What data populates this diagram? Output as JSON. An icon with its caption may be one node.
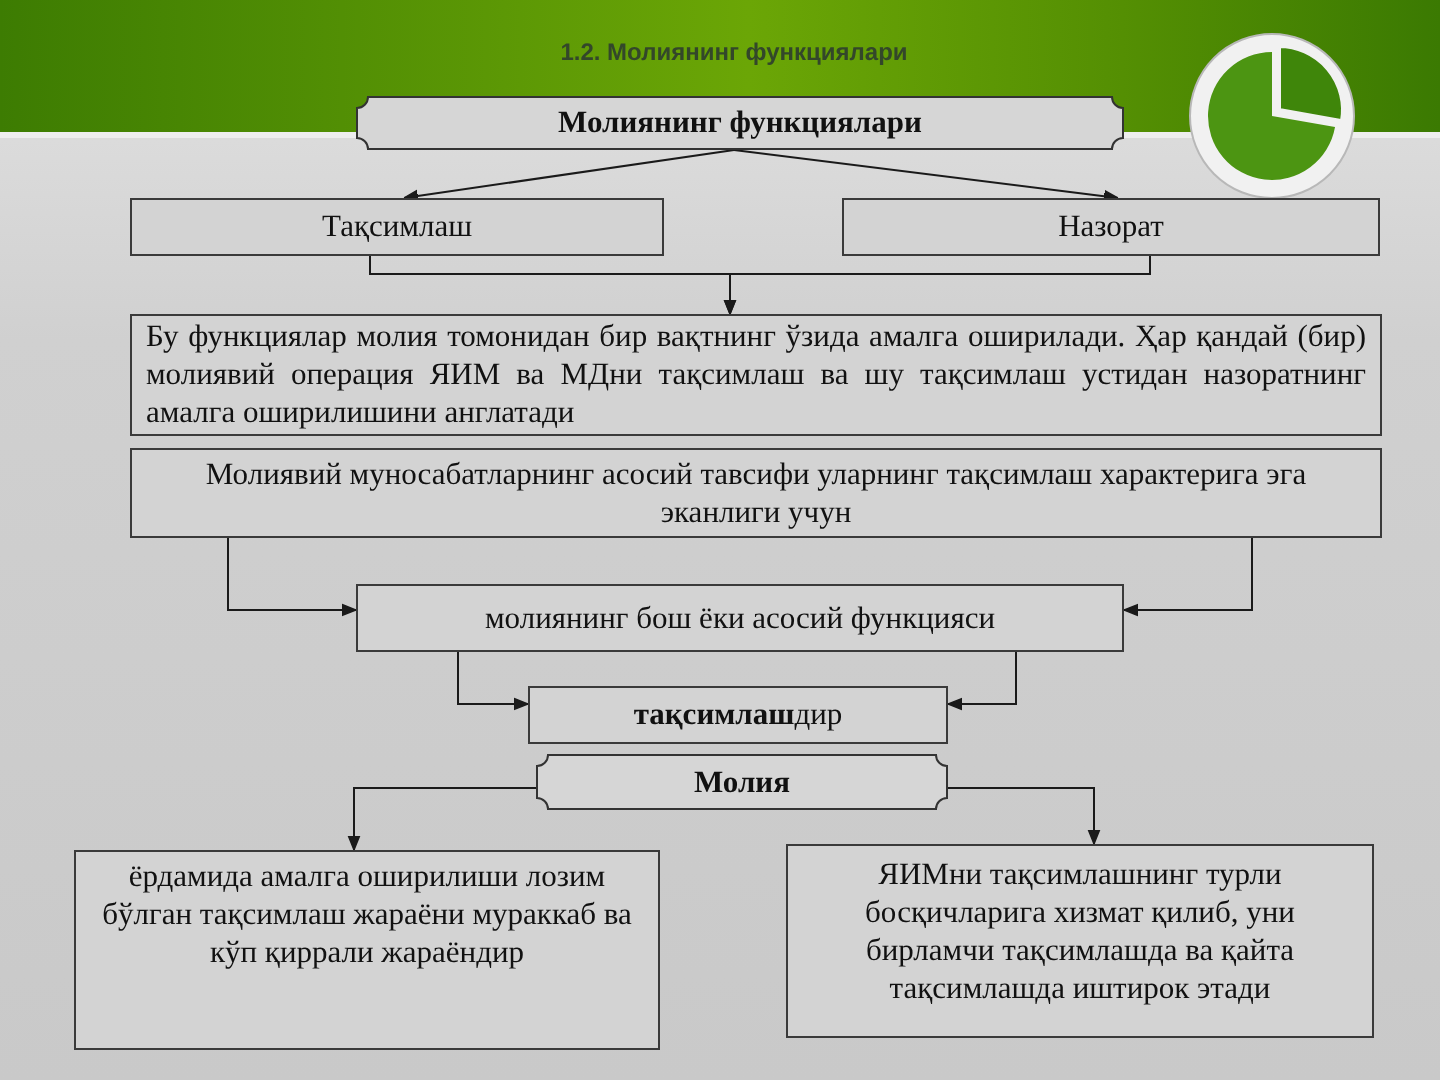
{
  "diagram": {
    "title": "1.2. Молиянинг функциялари",
    "nodes": [
      {
        "text": [
          "Молиянинг функциялари"
        ]
      },
      {
        "text": [
          "Тақсимлаш"
        ]
      },
      {
        "text": [
          "Назорат"
        ]
      },
      {
        "text": [
          "Бу функциялар молия томонидан бир вақтнинг ўзида амалга оширилади. Ҳар қандай (бир) молиявий операция ЯИМ ва МДни тақсимлаш ва шу тақсимлаш устидан назоратнинг амалга оширилишини англатади"
        ]
      },
      {
        "text": [
          "Молиявий муносабатларнинг асосий тавсифи уларнинг тақсимлаш характерига эга эканлиги учун"
        ]
      },
      {
        "text": [
          "молиянинг бош ёки асосий функцияси"
        ]
      },
      {
        "text": [
          "**тақсимлаш**дир"
        ]
      },
      {
        "text": [
          "Молия"
        ]
      },
      {
        "text": [
          "ёрдамида амалга оширилиши лозим бўлган тақсимлаш жараёни мураккаб ва кўп қиррали жараёндир"
        ]
      },
      {
        "text": [
          "ЯИМни тақсимлашнинг турли босқичларига хизмат қилиб, уни бирламчи тақсимлашда ва қайта тақсимлашда иштирок этади"
        ]
      }
    ],
    "edges": [
      {
        "from": 0,
        "to": 1,
        "arrow": "to"
      },
      {
        "from": 0,
        "to": 2,
        "arrow": "to"
      },
      {
        "from": 1,
        "to": 3,
        "arrow": "to"
      },
      {
        "from": 2,
        "to": 3,
        "arrow": "to"
      },
      {
        "from": 4,
        "to": 5,
        "arrow": "to"
      },
      {
        "from": 4,
        "to": 5,
        "arrow": "to"
      },
      {
        "from": 5,
        "to": 6,
        "arrow": "to"
      },
      {
        "from": 5,
        "to": 6,
        "arrow": "to"
      },
      {
        "from": 7,
        "to": 8,
        "arrow": "to"
      },
      {
        "from": 7,
        "to": 9,
        "arrow": "to"
      }
    ]
  }
}
